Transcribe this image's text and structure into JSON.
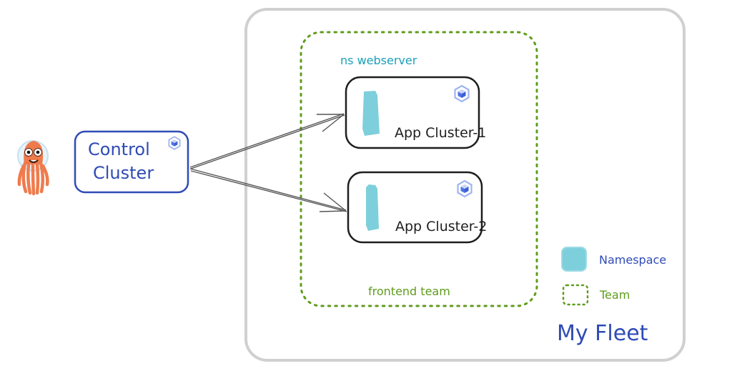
{
  "fleet": {
    "title": "My Fleet"
  },
  "control_cluster": {
    "label_line1": "Control",
    "label_line2": "Cluster",
    "icon": "kubernetes-cube-icon"
  },
  "mascot": {
    "icon": "argo-octopus-mascot"
  },
  "team": {
    "label": "frontend team",
    "namespace_label": "ns webserver"
  },
  "app_clusters": [
    {
      "label": "App Cluster-1",
      "icon": "kubernetes-cube-icon"
    },
    {
      "label": "App Cluster-2",
      "icon": "kubernetes-cube-icon"
    }
  ],
  "legend": {
    "items": [
      {
        "label": "Namespace",
        "swatch": "filled-square"
      },
      {
        "label": "Team",
        "swatch": "dotted-square"
      }
    ]
  },
  "colors": {
    "fleet_border": "#cfcfcf",
    "team_border": "#5f9c1c",
    "namespace_fill": "#7ecfdc",
    "control_border": "#2f4bb5",
    "label_blue": "#2f4bb5",
    "ns_label": "#1aa0b8",
    "app_border": "#1e1e1e",
    "arrow": "#555555",
    "k8s_icon": "#8ea6ee",
    "mascot_orange": "#ef7b4d"
  }
}
